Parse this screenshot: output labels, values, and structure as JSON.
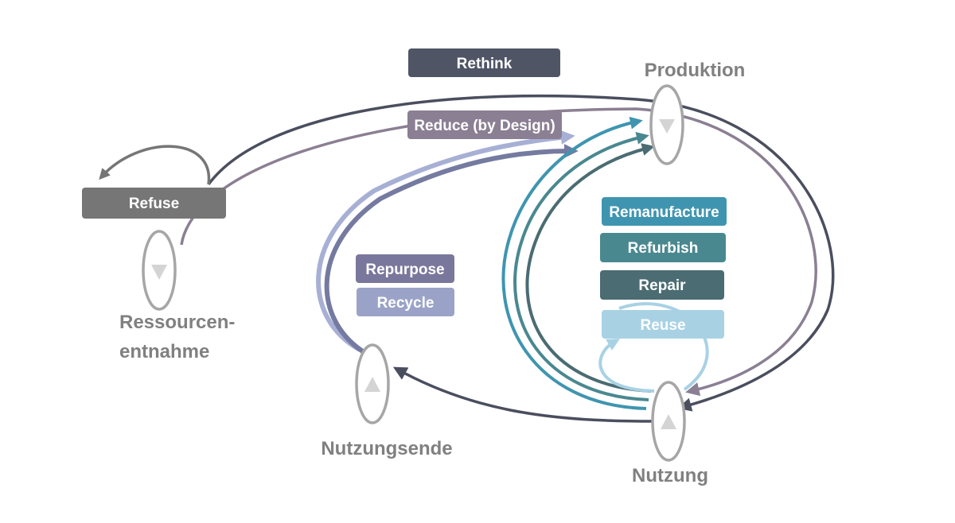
{
  "nodes": {
    "produktion": "Produktion",
    "ressourcen_line1": "Ressourcen-",
    "ressourcen_line2": "entnahme",
    "nutzungsende": "Nutzungsende",
    "nutzung": "Nutzung"
  },
  "strategies": {
    "rethink": "Rethink",
    "reduce": "Reduce (by Design)",
    "refuse": "Refuse",
    "repurpose": "Repurpose",
    "recycle": "Recycle",
    "remanufacture": "Remanufacture",
    "refurbish": "Refurbish",
    "repair": "Repair",
    "reuse": "Reuse"
  },
  "colors": {
    "rethink": "#505566",
    "reduce": "#8b7f93",
    "refuse": "#767676",
    "repurpose": "#7a779c",
    "recycle": "#9aa3c7",
    "remanufacture": "#3f95b0",
    "refurbish": "#4a8890",
    "repair": "#4a6c72",
    "reuse": "#a8d2e4",
    "node_outline": "#a6a6a6",
    "node_arrow": "#d4d4d4"
  },
  "icons": {
    "node_marker": "triangle-arrow-icon"
  }
}
